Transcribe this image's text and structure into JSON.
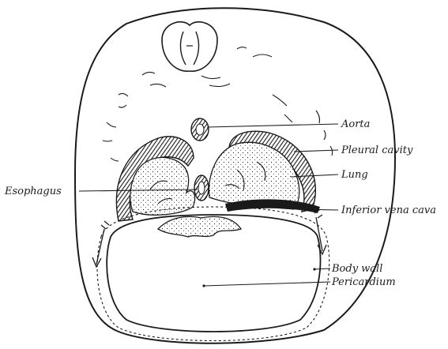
{
  "figure": {
    "ink_color": "#1a1a1a",
    "paper_color": "#ffffff",
    "labels": {
      "aorta": "Aorta",
      "pleural_cavity": "Pleural cavity",
      "lung": "Lung",
      "esophagus": "Esophagus",
      "inferior_vena_cava": "Inferior vena cava",
      "body_wall": "Body wall",
      "pericardium": "Pericardium"
    }
  }
}
